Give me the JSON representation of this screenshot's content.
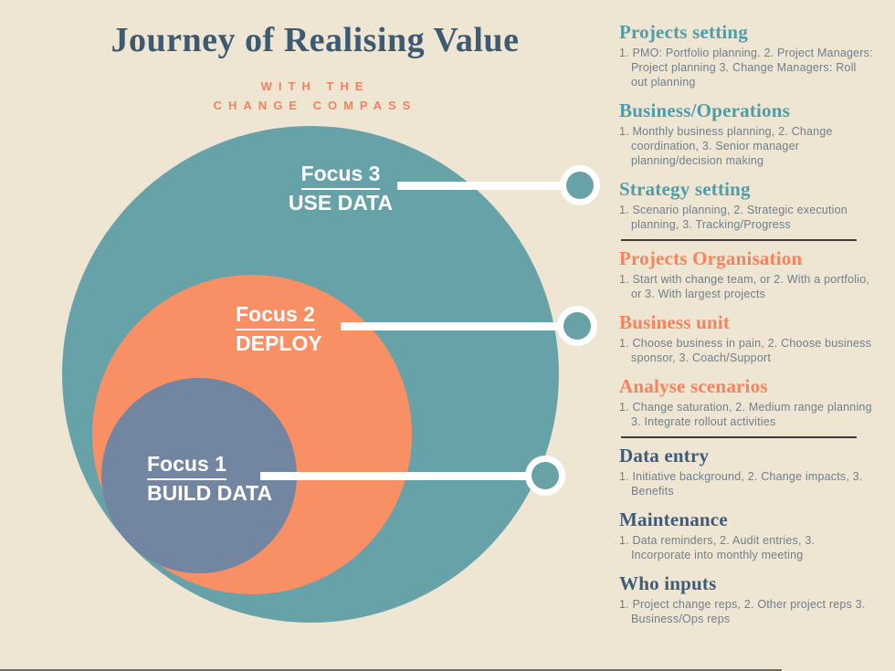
{
  "title": "Journey of Realising Value",
  "subtitle_line1": "WITH THE",
  "subtitle_line2": "CHANGE COMPASS",
  "colors": {
    "background": "#EEE5D3",
    "outer_circle_teal": "#67A2A8",
    "middle_circle_orange": "#F98F65",
    "inner_circle_slate": "#7286A2",
    "title_navy": "#3D5A73",
    "subtitle_orange": "#F0845E",
    "heading_teal": "#4E9DA8",
    "heading_orange": "#F5835C",
    "heading_navy": "#3E5C7A",
    "body_text": "#6F7F8E",
    "connector_white": "#FFFFFF",
    "divider_dark": "#3D3B38"
  },
  "circles": [
    {
      "label": "Focus 3",
      "sublabel": "USE DATA"
    },
    {
      "label": "Focus 2",
      "sublabel": "DEPLOY"
    },
    {
      "label": "Focus 1",
      "sublabel": "BUILD DATA"
    }
  ],
  "right_column": {
    "groups": [
      {
        "accent": "teal",
        "items": [
          {
            "heading": "Projects setting",
            "body": "1. PMO: Portfolio planning. 2. Project Managers: Project planning 3. Change Managers: Roll out planning"
          },
          {
            "heading": "Business/Operations",
            "body": "1. Monthly business planning, 2. Change coordination, 3. Senior manager planning/decision making"
          },
          {
            "heading": "Strategy setting",
            "body": "1. Scenario planning, 2. Strategic execution planning, 3. Tracking/​Progress"
          }
        ]
      },
      {
        "accent": "orange",
        "items": [
          {
            "heading": "Projects Organisation",
            "body": "1. Start with change team, or 2. With a portfolio, or 3. With largest projects"
          },
          {
            "heading": "Business unit",
            "body": "1. Choose business in pain, 2. Choose business sponsor, 3. Coach/Support"
          },
          {
            "heading": "Analyse scenarios",
            "body": "1. Change saturation, 2. Medium range planning 3. Integrate rollout activities"
          }
        ]
      },
      {
        "accent": "navy",
        "items": [
          {
            "heading": "Data entry",
            "body": "1. Initiative background, 2. Change impacts, 3. Benefits"
          },
          {
            "heading": "Maintenance",
            "body": "1. Data reminders, 2. Audit entries, 3. Incorporate into monthly meeting"
          },
          {
            "heading": "Who inputs",
            "body": "1. Project change reps, 2. Other project reps 3. Business/Ops reps"
          }
        ]
      }
    ]
  }
}
